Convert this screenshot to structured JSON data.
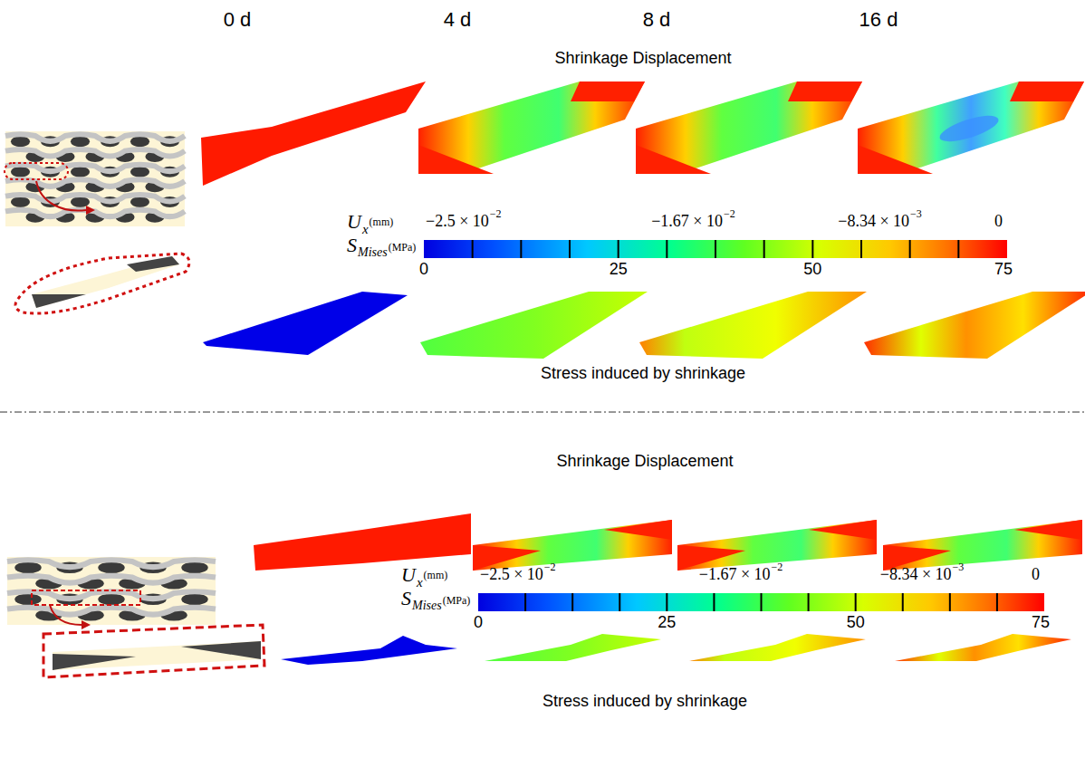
{
  "diagram": {
    "labels": [
      "0 d",
      "4 d",
      "8 d",
      "16 d",
      "Shrinkage Displacement",
      "U",
      "x",
      "(mm)",
      "−2.5 × 10",
      "−2",
      "−1.67 × 10",
      "−2",
      "−8.34 × 10",
      "−3",
      "0",
      "S",
      "Mises",
      "(MPa)",
      "0",
      "25",
      "50",
      "75",
      "Stress induced by shrinkage",
      "Shrinkage Displacement",
      "U",
      "x",
      "(mm)",
      "−2.5 × 10",
      "−2",
      "−1.67 × 10",
      "−2",
      "−8.34 × 10",
      "−3",
      "0",
      "S",
      "Mises",
      "(MPa)",
      "0",
      "25",
      "50",
      "75",
      "Stress induced by shrinkage"
    ]
  }
}
